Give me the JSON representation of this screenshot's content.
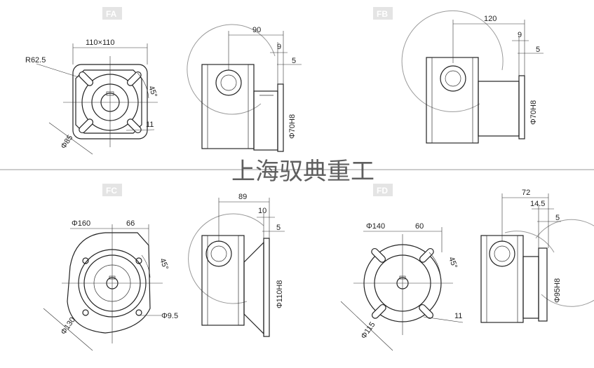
{
  "watermark": "上海驭典重工",
  "panels": {
    "fa": {
      "badge": "FA",
      "flange_size": "110×110",
      "corner_radius": "R62.5",
      "angle": "45°",
      "slot": "11",
      "pcd": "Φ85",
      "offset": "90",
      "flange_thk": "9",
      "step": "5",
      "spigot": "Φ70H8"
    },
    "fb": {
      "badge": "FB",
      "offset": "120",
      "flange_thk": "9",
      "step": "5",
      "spigot": "Φ70H8"
    },
    "fc": {
      "badge": "FC",
      "outer_dia": "Φ160",
      "half_width": "66",
      "angle": "45°",
      "hole": "Φ9.5",
      "pcd": "Φ130",
      "offset": "89",
      "flange_thk": "10",
      "step": "5",
      "spigot": "Φ110H8"
    },
    "fd": {
      "badge": "FD",
      "outer_dia": "Φ140",
      "half_width": "60",
      "angle": "45°",
      "slot": "11",
      "pcd": "Φ115",
      "offset": "72",
      "flange_thk": "14.5",
      "step": "5",
      "spigot": "Φ95H8"
    }
  }
}
